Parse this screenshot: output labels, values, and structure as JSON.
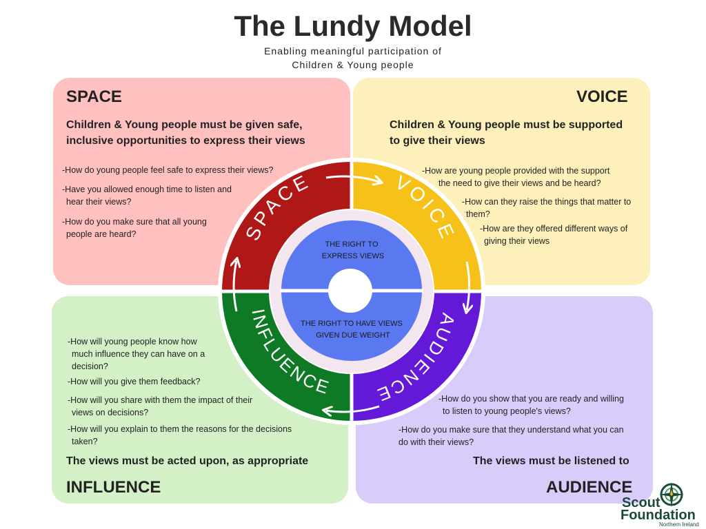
{
  "title": "The Lundy Model",
  "subtitle": [
    "Enabling meaningful participation of",
    "Children & Young people"
  ],
  "space": {
    "heading": "SPACE",
    "statement": [
      "Children & Young people must be given safe,",
      "inclusive opportunities to express their views"
    ],
    "questions": [
      [
        "-How do young people feel safe to express their views?"
      ],
      [
        "-Have you allowed enough time to listen and",
        "hear their views?"
      ],
      [
        "-How do you make sure that all young",
        "people are heard?"
      ]
    ]
  },
  "voice": {
    "heading": "VOICE",
    "statement": [
      "Children & Young people must be supported",
      "to give their views"
    ],
    "questions": [
      [
        "-How are young people provided with the support",
        "the need to give their views and be heard?"
      ],
      [
        "-How can they raise the things that matter to",
        "them?"
      ],
      [
        "-How are they offered different ways of",
        "giving their views"
      ]
    ]
  },
  "influence": {
    "heading": "INFLUENCE",
    "statement": "The views must be acted upon, as appropriate",
    "questions": [
      [
        "-How will young people know how",
        "much influence they can have on a",
        "decision?"
      ],
      [
        "-How will you give them feedback?"
      ],
      [
        "-How will you share with them the impact of their",
        "views on decisions?"
      ],
      [
        "-How will you explain to them the reasons for the decisions",
        "taken?"
      ]
    ]
  },
  "audience": {
    "heading": "AUDIENCE",
    "statement": "The views must be listened to",
    "questions": [
      [
        "-How do you show that you are ready and willing",
        "to listen to young people's views?"
      ],
      [
        "-How do you make sure that they understand what you can",
        "do with their views?"
      ]
    ]
  },
  "ring_labels": {
    "space": "SPACE",
    "voice": "VOICE",
    "audience": "AUDIENCE",
    "influence": "INFLUENCE"
  },
  "center": {
    "top": [
      "THE RIGHT TO",
      "EXPRESS VIEWS"
    ],
    "bottom": [
      "THE RIGHT TO HAVE VIEWS",
      "GIVEN DUE WEIGHT"
    ]
  },
  "logo": {
    "line1": "Scout",
    "line2": "Foundation",
    "line3": "Northern Ireland"
  },
  "colors": {
    "space_ring": "#b01818",
    "voice_ring": "#f6c21a",
    "audience_ring": "#6418d8",
    "influence_ring": "#0f7a25",
    "center_disc": "#5a78f0"
  }
}
